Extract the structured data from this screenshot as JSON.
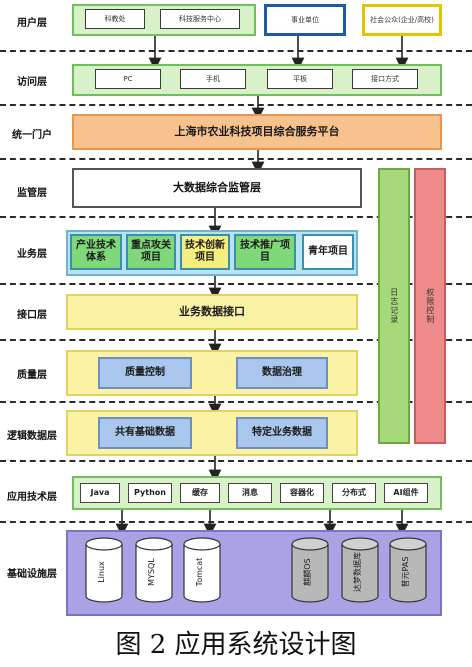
{
  "layers": {
    "user": "用户层",
    "access": "访问层",
    "portal": "统一门户",
    "supervise": "监管层",
    "business": "业务层",
    "interface": "接口层",
    "quality": "质量层",
    "logic": "逻辑数据层",
    "tech": "应用技术层",
    "infra": "基础设施层"
  },
  "users": [
    "科教处",
    "科技服务中心",
    "事业单位",
    "社会公众(企业/高校)"
  ],
  "access": [
    "PC",
    "手机",
    "平板",
    "接口方式"
  ],
  "portal_title": "上海市农业科技项目综合服务平台",
  "supervise_title": "大数据综合监管层",
  "business": [
    "产业技术体系",
    "重点攻关项目",
    "技术创新项目",
    "技术推广项目",
    "青年项目"
  ],
  "interface_title": "业务数据接口",
  "quality": [
    "质量控制",
    "数据治理"
  ],
  "logic": [
    "共有基础数据",
    "特定业务数据"
  ],
  "tech": [
    "Java",
    "Python",
    "缓存",
    "消息",
    "容器化",
    "分布式",
    "AI组件"
  ],
  "infra": [
    "Linux",
    "MYSQL",
    "Tomcat",
    "麒麟OS",
    "达梦数据库",
    "普元PAS"
  ],
  "side": [
    "日志记录",
    "权限控制"
  ],
  "caption": "图 2 应用系统设计图"
}
